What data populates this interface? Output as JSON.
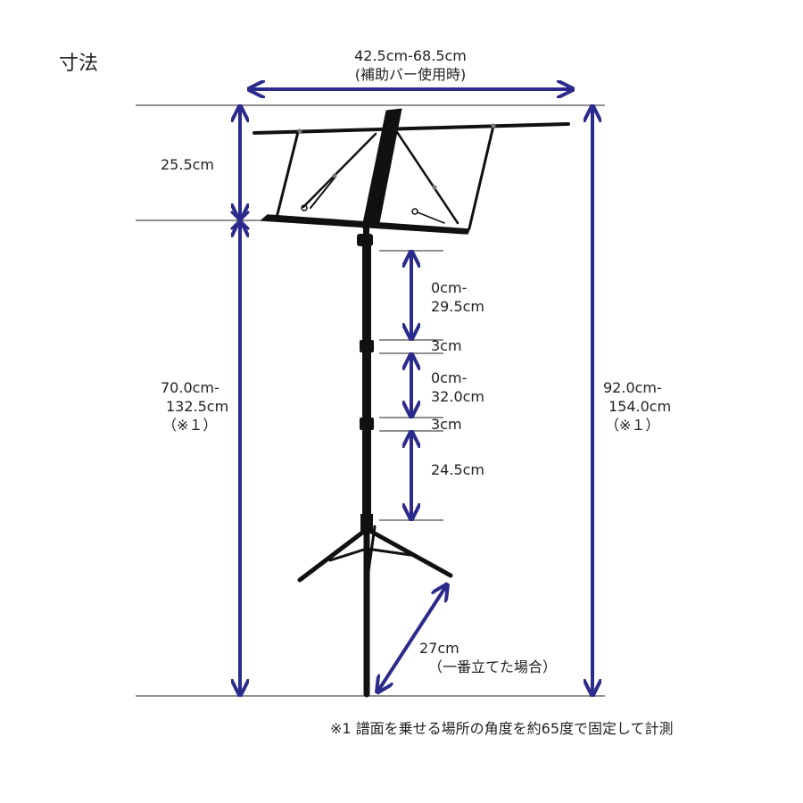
{
  "title": "寸法",
  "width_dimension": {
    "value": "42.5cm-68.5cm",
    "note": "(補助バー使用時)"
  },
  "desk_height": "25.5cm",
  "ledge_height": {
    "line1": "70.0cm-",
    "line2": "132.5cm",
    "line3": "（※１）"
  },
  "total_height": {
    "line1": "92.0cm-",
    "line2": "154.0cm",
    "line3": "（※１）"
  },
  "upper_extension": {
    "line1": "0cm-",
    "line2": "29.5cm"
  },
  "collar_upper": "3cm",
  "middle_extension": {
    "line1": "0cm-",
    "line2": "32.0cm"
  },
  "collar_lower": "3cm",
  "bottom_section": "24.5cm",
  "leg_length": {
    "value": "27cm",
    "note": "（一番立てた場合）"
  },
  "footnote": "※1 譜面を乗せる場所の角度を約65度で固定して計測",
  "colors": {
    "dimension_arrow": "#2b2b8c",
    "stand": "#111111",
    "reference_line": "#222222"
  }
}
